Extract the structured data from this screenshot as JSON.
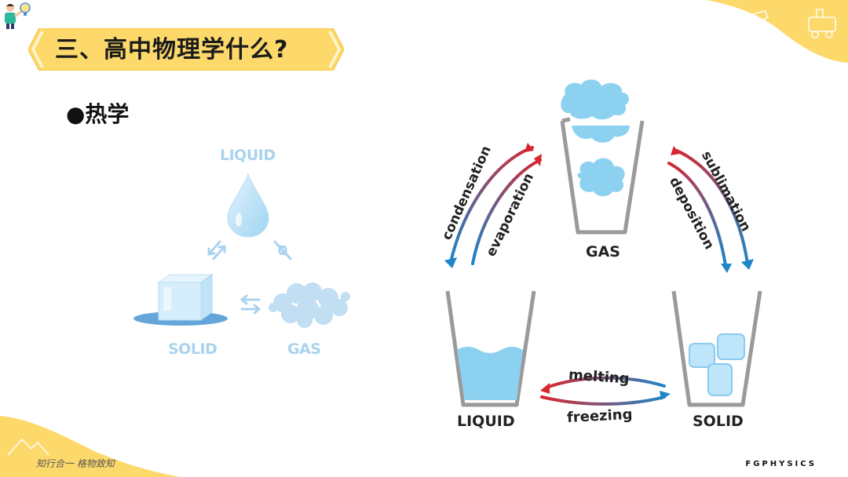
{
  "title": "三、高中物理学什么?",
  "bullet": "●热学",
  "left_diagram": {
    "liquid": "LIQUID",
    "solid": "SOLID",
    "gas": "GAS"
  },
  "right_diagram": {
    "gas": "GAS",
    "liquid": "LIQUID",
    "solid": "SOLID",
    "condensation": "condensation",
    "evaporation": "evaporation",
    "sublimation": "sublimation",
    "deposition": "deposition",
    "melting": "melting",
    "freezing": "freezing"
  },
  "footer": {
    "motto": "知行合一   格物致知",
    "brand": "FGPHYSICS"
  },
  "colors": {
    "accent_yellow": "#fcd96a",
    "arrow_red": "#d7262f",
    "arrow_blue": "#1f86c8",
    "water_blue": "#8dd1f1"
  }
}
